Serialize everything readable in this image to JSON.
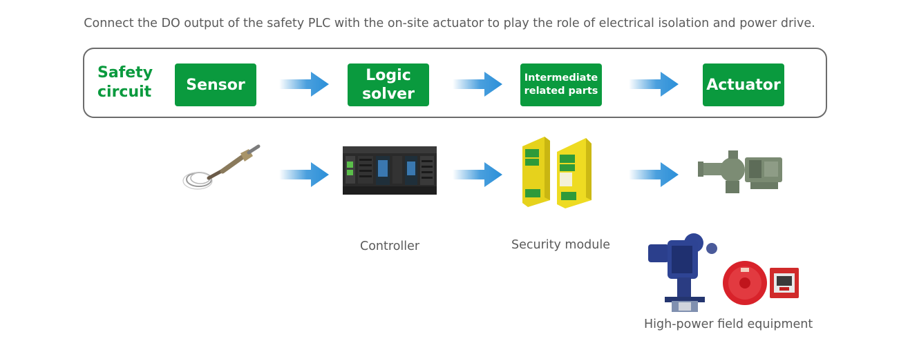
{
  "title": "Connect the DO output of the safety PLC with the on-site actuator to play the role of electrical isolation and power drive.",
  "circuit": {
    "label_line1": "Safety",
    "label_line2": "circuit",
    "stages": [
      {
        "line1": "Sensor",
        "line2": ""
      },
      {
        "line1": "Logic",
        "line2": "solver"
      },
      {
        "line1": "Intermediate",
        "line2": "related parts"
      },
      {
        "line1": "Actuator",
        "line2": ""
      }
    ]
  },
  "captions": {
    "controller": "Controller",
    "security_module": "Security module",
    "field_equipment": "High-power field equipment"
  },
  "colors": {
    "box_green": "#0a9a3e",
    "arrow_blue": "#2b8fd8"
  }
}
